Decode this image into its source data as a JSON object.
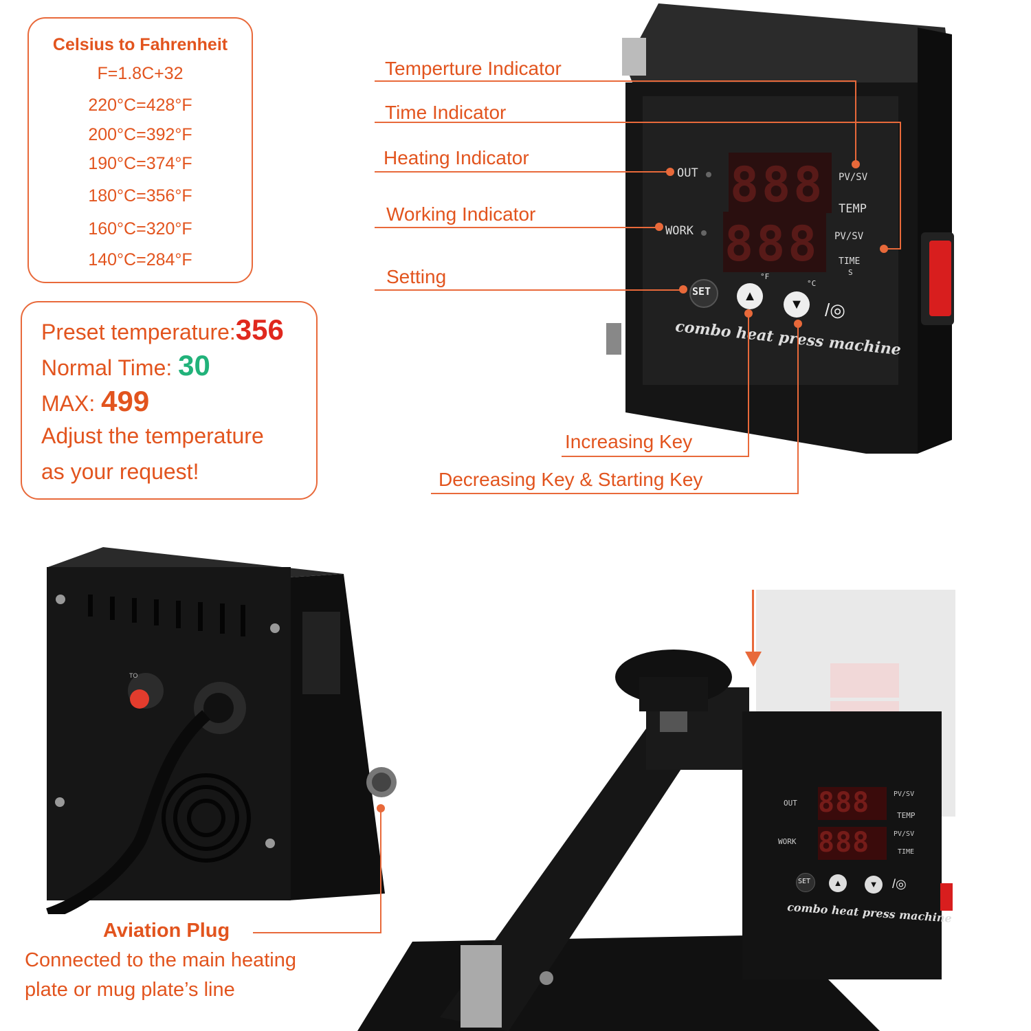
{
  "conversion": {
    "title": "Celsius to Fahrenheit",
    "formula": "F=1.8C+32",
    "rows": [
      "220°C=428°F",
      "200°C=392°F",
      "190°C=374°F",
      "180°C=356°F",
      "160°C=320°F",
      "140°C=284°F"
    ]
  },
  "preset": {
    "temp_label": "Preset temperature:",
    "temp_value": "356",
    "time_label": "Normal Time: ",
    "time_value": "30",
    "max_label": "MAX: ",
    "max_value": "499",
    "adjust_line1": "Adjust the temperature",
    "adjust_line2": "as your request!"
  },
  "callouts": {
    "temperature": "Temperture Indicator",
    "time": "Time Indicator",
    "heating": "Heating Indicator",
    "working": "Working Indicator",
    "setting": "Setting",
    "increasing": "Increasing Key",
    "decreasing": "Decreasing Key & Starting Key"
  },
  "panel": {
    "out": "OUT",
    "work": "WORK",
    "pvsv": "PV/SV",
    "temp": "TEMP",
    "time": "TIME",
    "s": "S",
    "set": "SET",
    "f": "°F",
    "c": "°C",
    "brand": "combo heat press machine",
    "digits": "888"
  },
  "rear": {
    "to": "TO"
  },
  "aviation": {
    "title": "Aviation Plug",
    "line1": "Connected to the main heating",
    "line2": "plate or mug plate’s line"
  },
  "colors": {
    "accent": "#e2541e",
    "preset_value": "#e0281e",
    "time_value": "#21b27a",
    "device_body": "#1c1c1c",
    "rocker_switch": "#d81e1e"
  }
}
